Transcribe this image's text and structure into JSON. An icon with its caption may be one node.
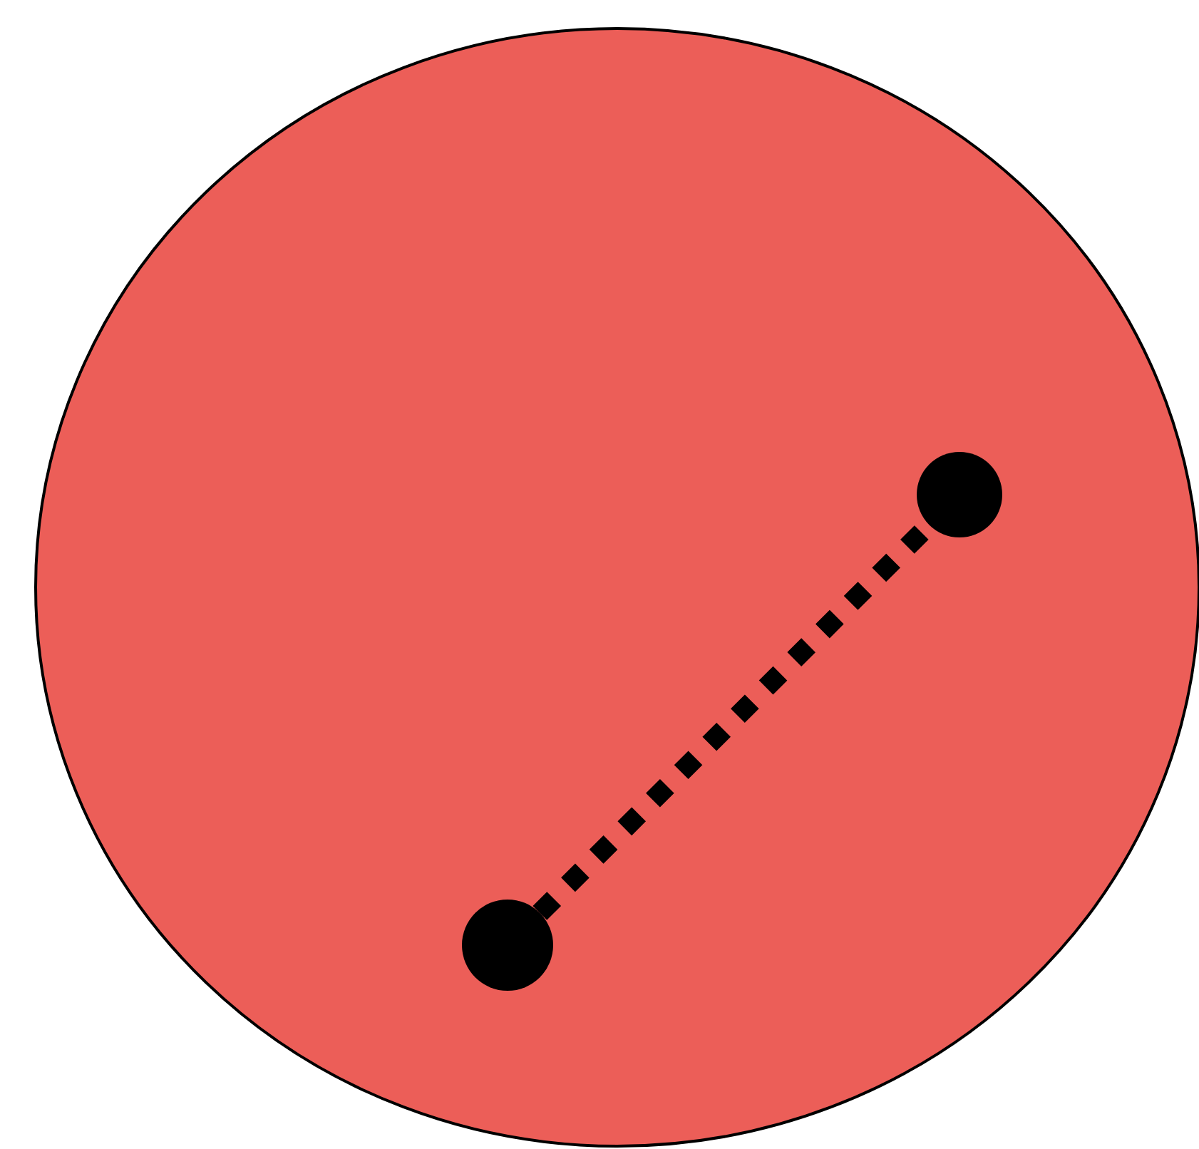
{
  "diagram": {
    "nodes": [
      {
        "text": [],
        "shape": "circle"
      },
      {
        "text": [],
        "shape": "circle",
        "in": 0
      },
      {
        "text": [],
        "shape": "circle",
        "in": 0
      }
    ],
    "edges": [
      {
        "from": 1,
        "to": 2,
        "arrow": "none",
        "style": "dashed"
      }
    ]
  }
}
